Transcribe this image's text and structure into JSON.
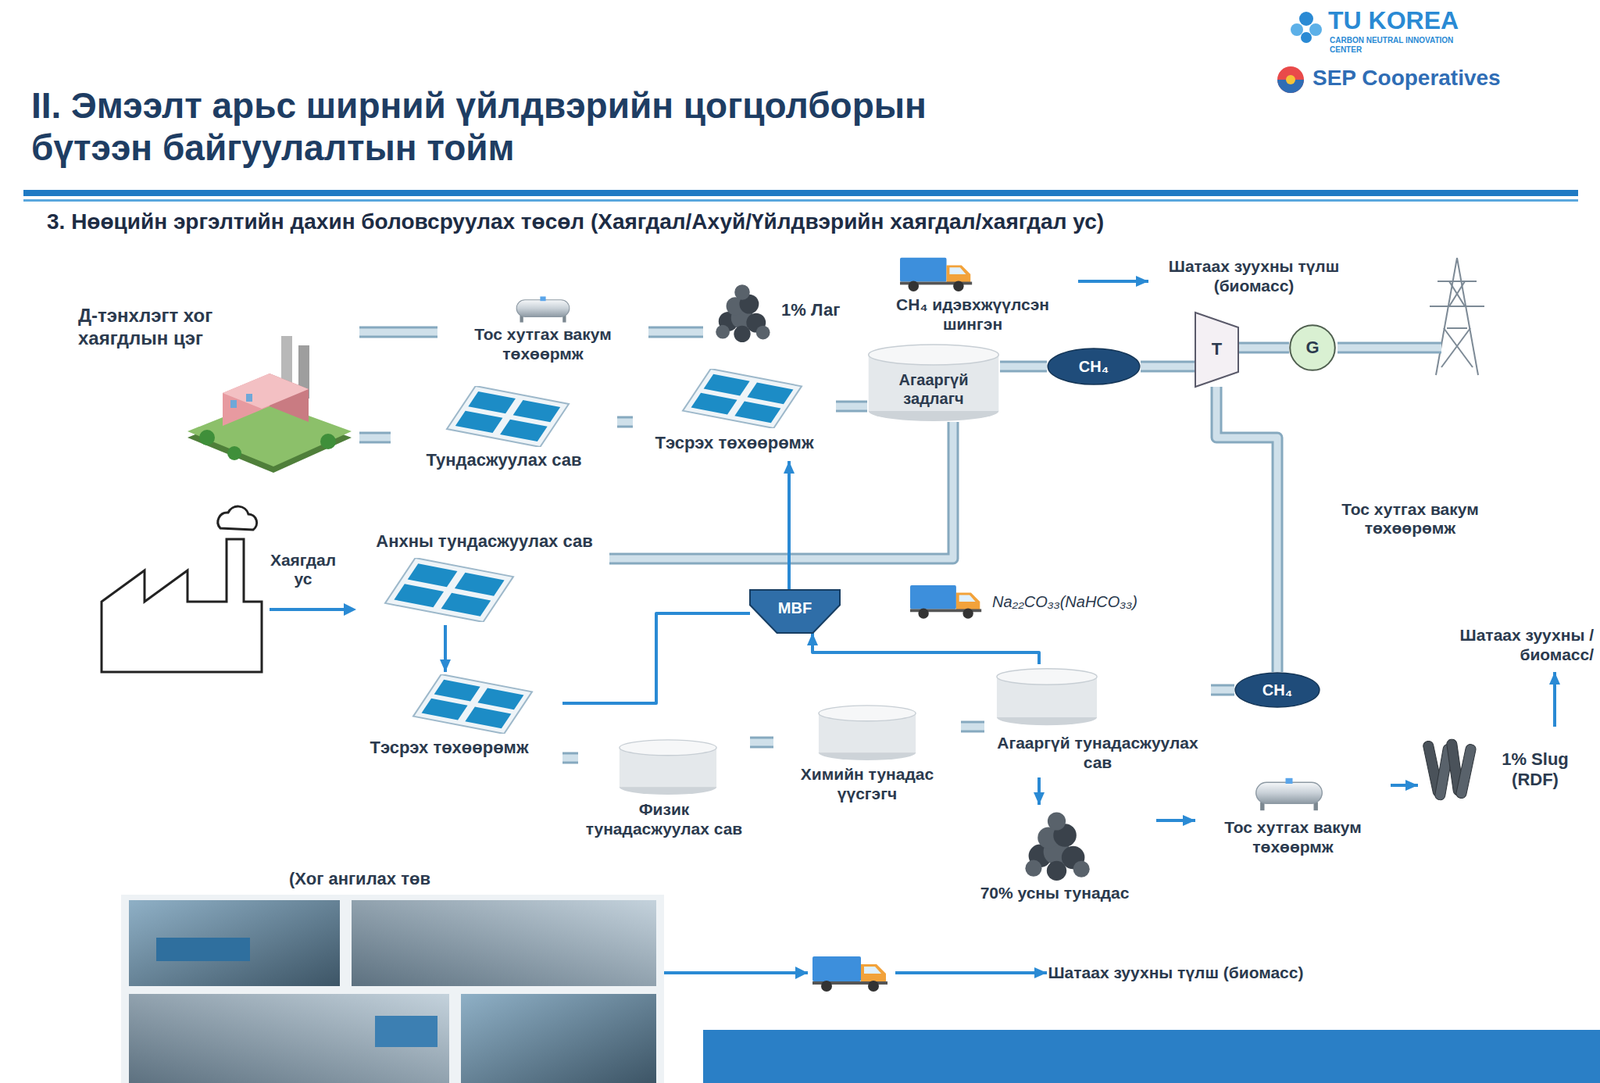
{
  "diagram": {
    "title": "II. Эмээлт арьс ширний үйлдвэрийн цогцолборын бүтээн байгуулалтын тойм",
    "nodes": [
      {
        "text": [
          "Д-тэнхлэгт хог хаягдлын цэг"
        ]
      },
      {
        "text": [
          "Тос хутгах вакум төхөөрмж"
        ]
      },
      {
        "text": [
          "1% Лаг"
        ]
      },
      {
        "text": [
          "CH₄ идэвхжүүлсэн шингэн"
        ]
      },
      {
        "text": [
          "Шатаах зуухны түлш (биомасс)"
        ]
      },
      {
        "text": [
          "Тундасжуулах сав"
        ]
      },
      {
        "text": [
          "Тэсрэх төхөөрөмж"
        ]
      },
      {
        "text": [
          "Агааргүй задлагч"
        ]
      },
      {
        "text": [
          "CH₄"
        ]
      },
      {
        "text": [
          "T"
        ]
      },
      {
        "text": [
          "G"
        ]
      },
      {
        "text": [
          "Анхны тундасжуулах сав"
        ]
      },
      {
        "text": [
          "MBF"
        ]
      },
      {
        "text": [
          "Na₂₂CO₃₃(NaHCO₃₃)"
        ]
      },
      {
        "text": [
          "Тэсрэх төхөөрөмж"
        ]
      },
      {
        "text": [
          "Физик тунадасжуулах сав"
        ]
      },
      {
        "text": [
          "Химийн тунадас үүсгэгч"
        ]
      },
      {
        "text": [
          "Агааргүй тунадасжуулах сав"
        ]
      },
      {
        "text": [
          "CH₄"
        ]
      },
      {
        "text": [
          "Шатаах зуухны /биомасс/"
        ]
      },
      {
        "text": [
          "70% усны тунадас"
        ]
      },
      {
        "text": [
          "Тос хутгах вакум төхөөрмж"
        ]
      },
      {
        "text": [
          "1% Slug (RDF)"
        ]
      },
      {
        "text": [
          "(Хог ангилах төв"
        ]
      },
      {
        "text": [
          "Шатаах зуухны түлш (биомасс)"
        ]
      }
    ],
    "edges": [
      {
        "from": 0,
        "to": 1,
        "arrow": "none"
      },
      {
        "from": 1,
        "to": 2,
        "arrow": "none"
      },
      {
        "from": 3,
        "to": 4,
        "arrow": "to"
      },
      {
        "from": 0,
        "to": 5,
        "arrow": "none"
      },
      {
        "from": 5,
        "to": 6,
        "arrow": "none"
      },
      {
        "from": 6,
        "to": 7,
        "arrow": "none"
      },
      {
        "from": 7,
        "to": 8,
        "arrow": "none"
      },
      {
        "from": 8,
        "to": 9,
        "arrow": "none"
      },
      {
        "from": 9,
        "to": 10,
        "arrow": "none"
      },
      {
        "from": 18,
        "to": 9,
        "arrow": "none"
      },
      {
        "from": 11,
        "to": 7,
        "arrow": "none"
      },
      {
        "from": 11,
        "to": 14,
        "arrow": "to"
      },
      {
        "from": 14,
        "to": 12,
        "arrow": "none"
      },
      {
        "from": 12,
        "to": 6,
        "arrow": "to"
      },
      {
        "from": 17,
        "to": 12,
        "arrow": "to"
      },
      {
        "from": 14,
        "to": 15,
        "arrow": "none"
      },
      {
        "from": 15,
        "to": 16,
        "arrow": "none"
      },
      {
        "from": 16,
        "to": 17,
        "arrow": "none"
      },
      {
        "from": 17,
        "to": 18,
        "arrow": "none"
      },
      {
        "from": 17,
        "to": 20,
        "arrow": "to"
      },
      {
        "from": 20,
        "to": 21,
        "arrow": "to"
      },
      {
        "from": 21,
        "to": 22,
        "arrow": "to"
      },
      {
        "from": 22,
        "to": 19,
        "arrow": "to"
      },
      {
        "from": 23,
        "to": 24,
        "arrow": "to"
      }
    ],
    "labels": [
      "TU KOREA",
      "CARBON NEUTRAL INNOVATION CENTER",
      "SEP Cooperatives",
      "3. Нөөцийн эргэлтийн дахин боловсруулах төсөл (Хаягдал/Ахуй/Үйлдвэрийн хаягдал/хаягдал ус)",
      "Тос хутгах вакум төхөөрөмж",
      "Хаягдал ус"
    ]
  }
}
